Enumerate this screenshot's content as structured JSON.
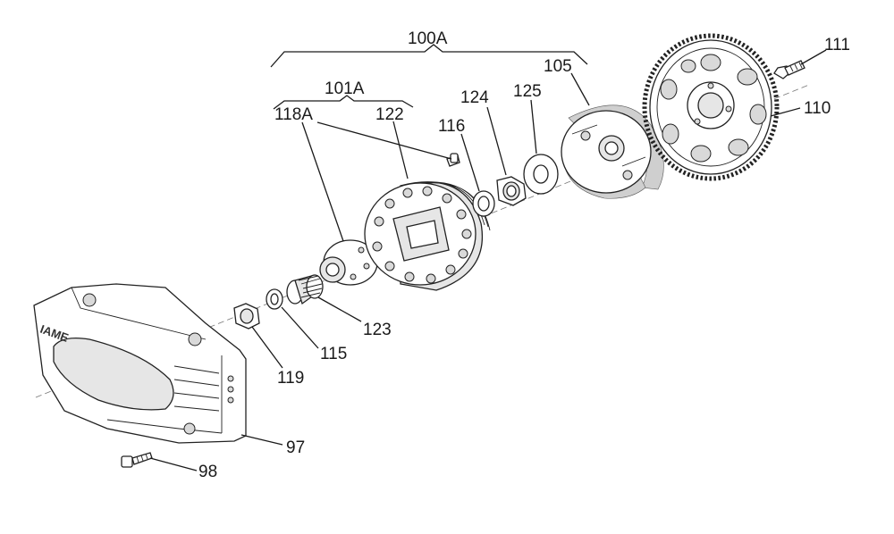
{
  "labels": {
    "assembly_100A": "100A",
    "subassembly_101A": "101A",
    "p105": "105",
    "p111": "111",
    "p110": "110",
    "p124": "124",
    "p125": "125",
    "p118A": "118A",
    "p122": "122",
    "p116": "116",
    "p123": "123",
    "p115": "115",
    "p119": "119",
    "p97": "97",
    "p98": "98"
  },
  "housing_logo": "IAME"
}
